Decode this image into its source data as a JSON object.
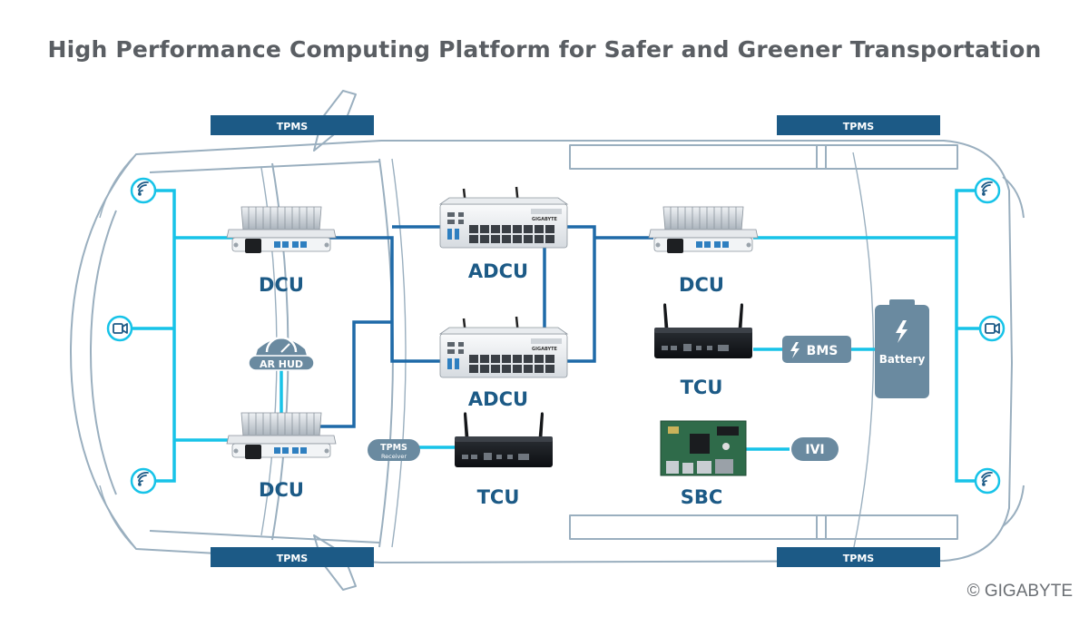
{
  "title": "High Performance Computing Platform for Safer and Greener Transportation",
  "copyright": "© GIGABYTE",
  "tpms_labels": [
    "TPMS",
    "TPMS",
    "TPMS",
    "TPMS"
  ],
  "devices": {
    "dcu_front_top": "DCU",
    "dcu_front_bottom": "DCU",
    "adcu_top": "ADCU",
    "adcu_bottom": "ADCU",
    "dcu_rear": "DCU",
    "tcu_rear": "TCU",
    "tcu_center": "TCU",
    "sbc": "SBC"
  },
  "ar_hud": "AR HUD",
  "tpms_receiver": {
    "line1": "TPMS",
    "line2": "Receiver"
  },
  "bms": "BMS",
  "battery": "Battery",
  "ivi": "IVI",
  "device_brand": "GIGABYTE",
  "colors": {
    "outline": "#9aafbf",
    "cyan_link": "#17c3e8",
    "blue_link": "#1f6aa8",
    "tag_bg": "#1c5a86",
    "slate": "#6a8aa0",
    "label": "#1c5a86",
    "title": "#5a5e63"
  },
  "icons": {
    "wireless_sensor": "wireless-sensor-icon",
    "camera": "camera-icon",
    "lightning": "lightning-icon",
    "speedometer": "speedometer-icon"
  }
}
